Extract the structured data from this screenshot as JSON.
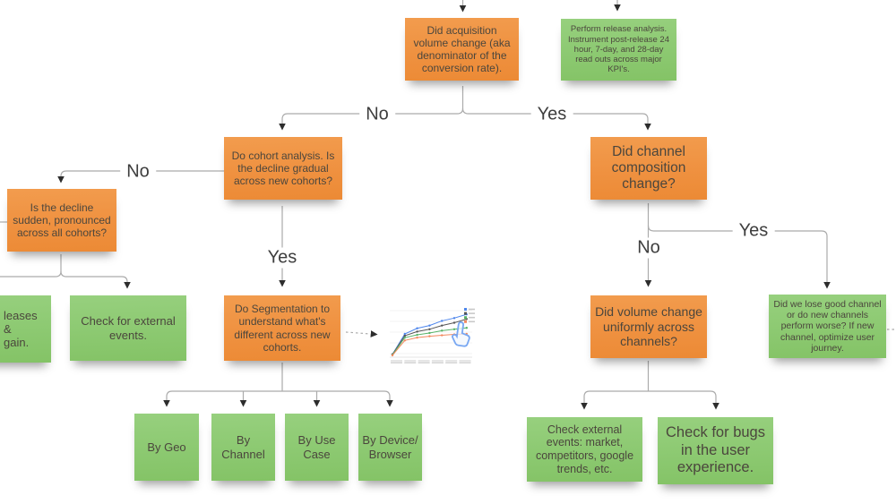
{
  "board": {
    "background": "#ffffff",
    "colors": {
      "orange_note": "#ef9140",
      "green_note": "#8cc971",
      "note_text": "#4b463d",
      "connector_line": "#ababab",
      "arrowhead": "#2d2d2d",
      "label_text": "#3e3e3e"
    }
  },
  "notes": [
    {
      "id": "acquisition-volume",
      "color": "orange",
      "text": "Did acquisition volume change (aka denominator of the conversion rate)."
    },
    {
      "id": "release-analysis",
      "color": "green",
      "text": "Perform release analysis. Instrument post-release 24 hour, 7-day, and 28-day read outs across major KPI's."
    },
    {
      "id": "cohort-analysis",
      "color": "orange",
      "text": "Do cohort analysis. Is the decline gradual across new cohorts?"
    },
    {
      "id": "decline-sudden",
      "color": "orange",
      "text": "Is the decline sudden, pronounced across all cohorts?"
    },
    {
      "id": "clipped-note",
      "color": "green",
      "text": "leases &\ngain."
    },
    {
      "id": "external-events",
      "color": "green",
      "text": "Check for external events."
    },
    {
      "id": "segmentation",
      "color": "orange",
      "text": "Do Segmentation to understand what's different across new cohorts."
    },
    {
      "id": "by-geo",
      "color": "green",
      "text": "By Geo"
    },
    {
      "id": "by-channel",
      "color": "green",
      "text": "By Channel"
    },
    {
      "id": "by-use-case",
      "color": "green",
      "text": "By Use Case"
    },
    {
      "id": "by-device-browser",
      "color": "green",
      "text": "By Device/ Browser"
    },
    {
      "id": "channel-composition",
      "color": "orange",
      "text": "Did channel composition change?"
    },
    {
      "id": "volume-uniform",
      "color": "orange",
      "text": "Did volume change uniformly across channels?"
    },
    {
      "id": "lose-good-channel",
      "color": "green",
      "text": "Did we lose good channel or do new channels perform worse? If new channel, optimize user journey."
    },
    {
      "id": "check-external-market",
      "color": "green",
      "text": "Check external events: market, competitors, google trends, etc."
    },
    {
      "id": "check-bugs",
      "color": "green",
      "text": "Check for bugs in the user experience."
    }
  ],
  "connector_labels": {
    "top_no": "No",
    "top_yes": "Yes",
    "left_no": "No",
    "seg_yes": "Yes",
    "channel_no": "No",
    "channel_yes": "Yes"
  },
  "chart_data": {
    "type": "line",
    "title": "",
    "xlabel": "",
    "ylabel": "",
    "x_tick_count": 6,
    "labels_legible": false,
    "x": [
      0,
      1,
      2,
      3,
      4,
      5,
      6
    ],
    "series": [
      {
        "name": "",
        "color": "#4e86ec",
        "values": [
          0.06,
          0.5,
          0.62,
          0.68,
          0.78,
          0.84,
          0.92
        ]
      },
      {
        "name": "",
        "color": "#555555",
        "values": [
          0.06,
          0.46,
          0.55,
          0.6,
          0.68,
          0.74,
          0.82
        ]
      },
      {
        "name": "",
        "color": "#58b368",
        "values": [
          0.05,
          0.42,
          0.48,
          0.52,
          0.57,
          0.6,
          0.63
        ]
      },
      {
        "name": "",
        "color": "#f2885e",
        "values": [
          0.04,
          0.36,
          0.42,
          0.45,
          0.47,
          0.49,
          0.5
        ]
      }
    ],
    "legend_position": "top-right",
    "grid": true
  }
}
